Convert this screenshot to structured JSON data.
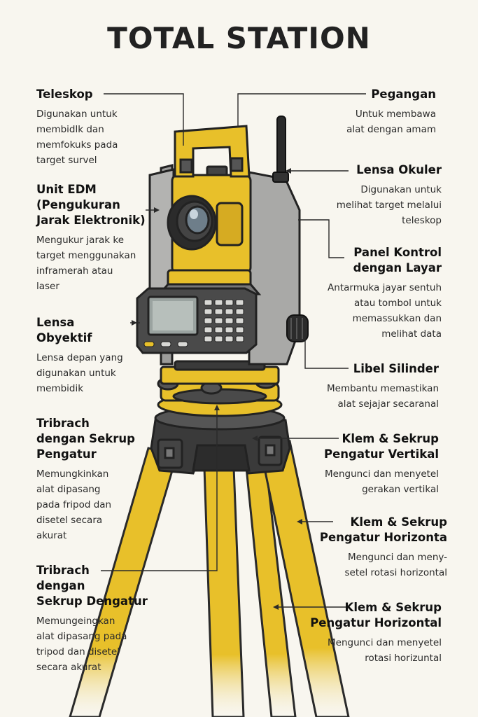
{
  "title": "TOTAL STATION",
  "colors": {
    "yellow": "#e8c02a",
    "yellow_dark": "#b8901a",
    "gray": "#a9a9a7",
    "dark": "#2f2f2f"
  },
  "labels": [
    {
      "id": "teleskop",
      "title": "Teleskop",
      "desc": "Digunakan untuk\nmembidlk dan\nmemfokuks pada\ntarget survel"
    },
    {
      "id": "unit-edm",
      "title": "Unit EDM\n(Pengukuran\nJarak Elektronik)",
      "desc": "Mengukur jarak ke\ntarget menggunakan\ninframerah atau\nlaser"
    },
    {
      "id": "lensa-obyektif",
      "title": "Lensa\nObyektif",
      "desc": "Lensa depan yang\ndigunakan untuk\nmembidik"
    },
    {
      "id": "tribrach-1",
      "title": "Tribrach\ndengan Sekrup\nPengatur",
      "desc": "Memungkinkan\nalat dipasang\npada fripod dan\ndisetel secara\nakurat"
    },
    {
      "id": "tribrach-2",
      "title": "Tribrach\ndengan\nSekrup Dengatur",
      "desc": "Memungeingkan\nalat dipasang pada\ntripod dan disetel\nsecara akurat"
    },
    {
      "id": "pegangan",
      "title": "Pegangan",
      "desc": "Untuk membawa\nalat dengan amam"
    },
    {
      "id": "lensa-okuler",
      "title": "Lensa Okuler",
      "desc": "Digunakan untuk\nmelihat target melalui\nteleskop"
    },
    {
      "id": "panel-kontrol",
      "title": "Panel Kontrol\ndengan Layar",
      "desc": "Antarmuka jayar sentuh\natau tombol untuk\nmemassukkan dan\nmelihat data"
    },
    {
      "id": "libel-silinder",
      "title": "Libel Silinder",
      "desc": "Membantu memastikan\nalat sejajar secaranal"
    },
    {
      "id": "klem-vertikal",
      "title": "Klem & Sekrup\nPengatur Vertikal",
      "desc": "Mengunci dan menyetel\ngerakan vertikal"
    },
    {
      "id": "klem-horizonta",
      "title": "Klem & Sekrup\nPengatur Horizonta",
      "desc": "Mengunci dan meny-\nsetel rotasi horizontal"
    },
    {
      "id": "klem-horizontal",
      "title": "Klem & Sekrup\nPengatur Horizontal",
      "desc": "Mengunci dan menyetel\nrotasi horizuntal"
    }
  ]
}
